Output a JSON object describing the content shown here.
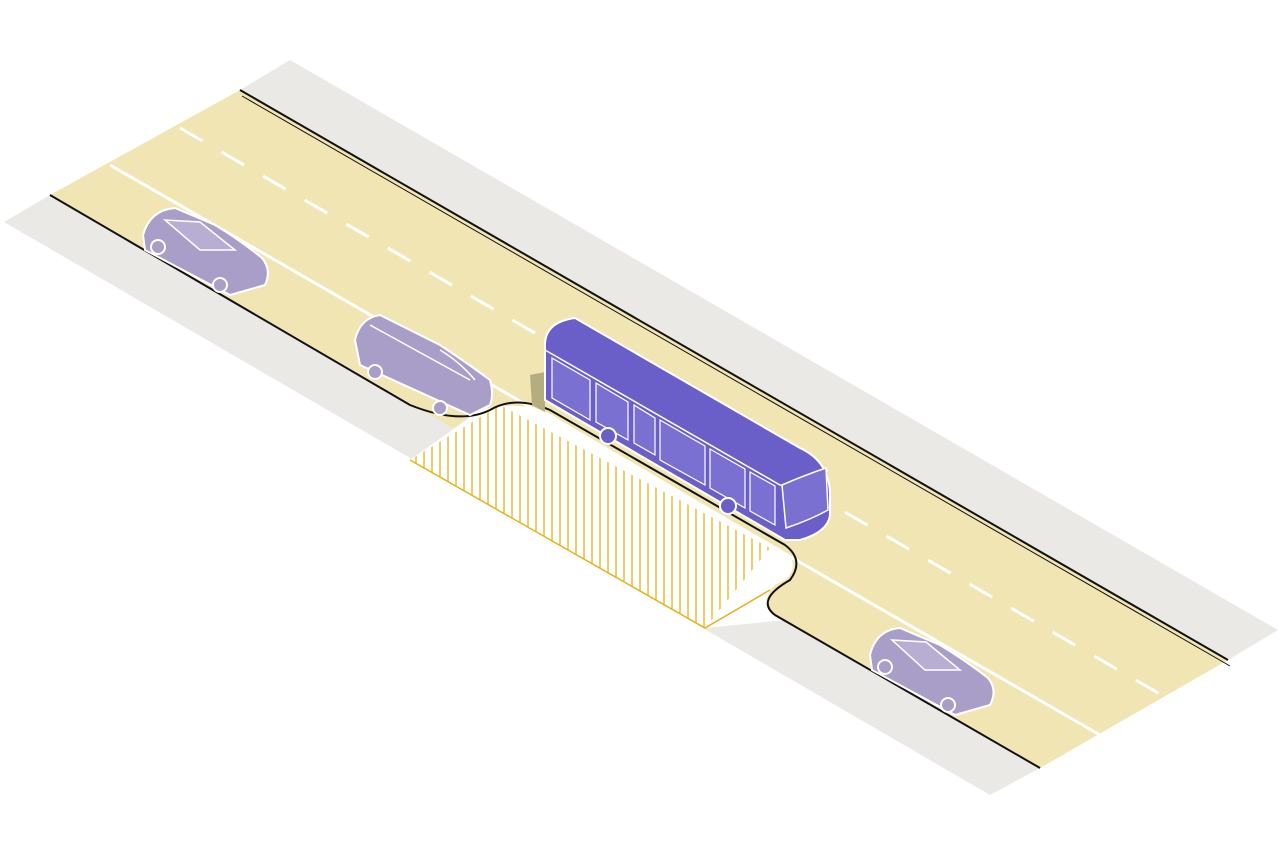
{
  "illustration": {
    "subject": "bus-bulb-streetscape",
    "elements": [
      "sidewalk-far",
      "sidewalk-near",
      "roadway",
      "lane-markings",
      "curb-extension-bus-bulb",
      "bus",
      "parked-cars",
      "van"
    ]
  },
  "colors": {
    "background": "#ffffff",
    "sidewalk": "#ebe9e5",
    "roadway": "#f1e5b3",
    "curb_line": "#111111",
    "lane_marking": "#ffffff",
    "hatch": "#e6b21c",
    "bus_fill": "#6a5fc9",
    "bus_outline": "#ffffff",
    "vehicle_fill": "#a99ec8",
    "vehicle_outline": "#ffffff",
    "shadow": "#b5ac80"
  },
  "icons": {
    "bus": "bus-icon",
    "car": "car-icon",
    "van": "van-icon"
  }
}
